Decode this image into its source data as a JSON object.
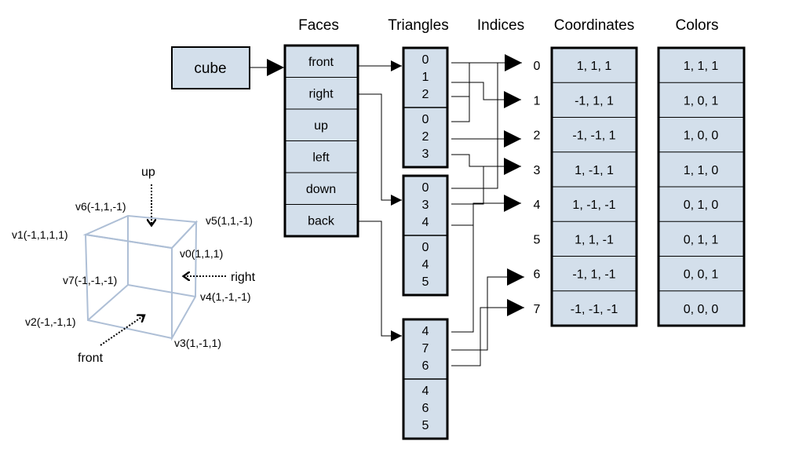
{
  "headers": {
    "faces": "Faces",
    "triangles": "Triangles",
    "indices": "Indices",
    "coordinates": "Coordinates",
    "colors": "Colors"
  },
  "cube_label": "cube",
  "faces": [
    "front",
    "right",
    "up",
    "left",
    "down",
    "back"
  ],
  "triangle_groups": [
    {
      "face": "front",
      "triangles": [
        [
          "0",
          "1",
          "2"
        ],
        [
          "0",
          "2",
          "3"
        ]
      ]
    },
    {
      "face": "right",
      "triangles": [
        [
          "0",
          "3",
          "4"
        ],
        [
          "0",
          "4",
          "5"
        ]
      ]
    },
    {
      "face": "back",
      "triangles": [
        [
          "4",
          "7",
          "6"
        ],
        [
          "4",
          "6",
          "5"
        ]
      ]
    }
  ],
  "indices": [
    "0",
    "1",
    "2",
    "3",
    "4",
    "5",
    "6",
    "7"
  ],
  "coordinates": [
    "1,  1,  1",
    "-1,  1,  1",
    "-1, -1, 1",
    "1, -1,  1",
    "1, -1, -1",
    "1, 1, -1",
    "-1, 1, -1",
    "-1, -1, -1"
  ],
  "colors": [
    "1, 1, 1",
    "1, 0, 1",
    "1, 0, 0",
    "1, 1, 0",
    "0, 1, 0",
    "0, 1, 1",
    "0, 0, 1",
    "0, 0, 0"
  ],
  "cube_diagram": {
    "vertices": {
      "v0": "v0(1,1,1)",
      "v1": "v1(-1,1,1,1)",
      "v2": "v2(-1,-1,1)",
      "v3": "v3(1,-1,1)",
      "v4": "v4(1,-1,-1)",
      "v5": "v5(1,1,-1)",
      "v6": "v6(-1,1,-1)",
      "v7": "v7(-1,-1,-1)"
    },
    "directions": {
      "up": "up",
      "right": "right",
      "front": "front"
    }
  },
  "colors_theme": {
    "box_fill": "#d3dfeb",
    "cube_edge": "#aebfd6",
    "line": "#000000"
  }
}
